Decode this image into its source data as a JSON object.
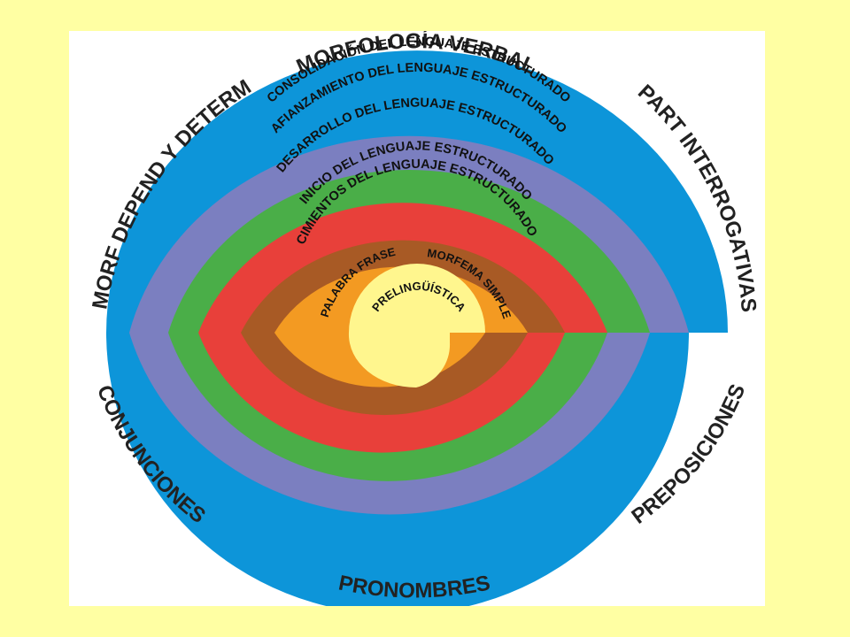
{
  "diagram": {
    "colors": {
      "page_background": "#FFFFA3",
      "panel_background": "#FFFFFF",
      "consolidacion": "#0D95D9",
      "afianzamiento": "#7B7FC0",
      "desarrollo": "#4AAE48",
      "inicio": "#E8403A",
      "cimientos": "#A85A25",
      "palabra_frase": "#F39A22",
      "prelinguistica": "#FFF68E"
    },
    "outer_labels": {
      "top": "MORFOLOGÍA VERBAL",
      "top_right": "PART INTERROGATIVAS",
      "top_left": "MORF DEPEND Y DETERM",
      "bottom_left": "CONJUNCIONES",
      "bottom": "PRONOMBRES",
      "bottom_right": "PREPOSICIONES"
    },
    "bands": {
      "consolidacion": "CONSOLIDACIÓN DEL LENGUAJE ESTRUCTURADO",
      "afianzamiento": "AFIANZAMIENTO DEL LENGUAJE ESTRUCTURADO",
      "desarrollo": "DESARROLLO DEL LENGUAJE ESTRUCTURADO",
      "inicio": "INICIO DEL LENGUAJE ESTRUCTURADO",
      "cimientos": "CIMIENTOS DEL LENGUAJE ESTRUCTURADO",
      "palabra_frase": "PALABRA FRASE",
      "morfema_simple": "MORFEMA SIMPLE",
      "prelinguistica": "PRELINGÜÍSTICA"
    }
  }
}
